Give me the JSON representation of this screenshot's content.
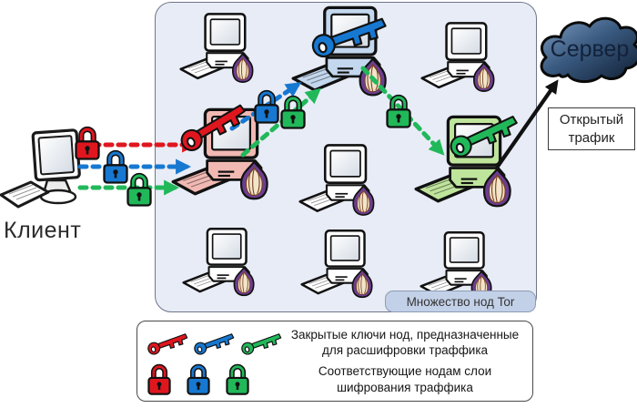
{
  "labels": {
    "client": "Клиент",
    "server": "Сервер",
    "open_traffic_line1": "Открытый",
    "open_traffic_line2": "трафик",
    "tor_nodes_group": "Множество нод Tor"
  },
  "legend": {
    "keys_text_line1": "Закрытые ключи нод, предназначенные",
    "keys_text_line2": "для расшифровки траффика",
    "locks_text_line1": "Соответствующие нодам слои",
    "locks_text_line2": "шифрования траффика"
  },
  "colors": {
    "red": "#e0161f",
    "blue": "#1778d2",
    "green": "#21b85a",
    "black_traffic": "#111111",
    "entry_node_fill": "#f2b9b3",
    "middle_node_fill": "#c3d7ee",
    "exit_node_fill": "#bfe49c",
    "plain_node_fill": "#ffffff",
    "tor_box_bg": "#e7ecf6",
    "tor_box_label_bg": "#c3d1e8",
    "onion_purple": "#6b3e91",
    "onion_inner": "#f2e5c9"
  },
  "nodes": [
    {
      "id": "tor-node-1",
      "row": 1,
      "col": 1,
      "variant": "plain"
    },
    {
      "id": "middle-node",
      "row": 1,
      "col": 2,
      "variant": "highlighted",
      "color_name": "blue",
      "has_key": true
    },
    {
      "id": "tor-node-2",
      "row": 1,
      "col": 3,
      "variant": "plain"
    },
    {
      "id": "entry-node",
      "row": 2,
      "col": 1,
      "variant": "highlighted",
      "color_name": "red",
      "has_key": true
    },
    {
      "id": "tor-node-3",
      "row": 2,
      "col": 2,
      "variant": "plain"
    },
    {
      "id": "exit-node",
      "row": 2,
      "col": 3,
      "variant": "highlighted",
      "color_name": "green",
      "has_key": true
    },
    {
      "id": "tor-node-4",
      "row": 3,
      "col": 1,
      "variant": "plain"
    },
    {
      "id": "tor-node-5",
      "row": 3,
      "col": 2,
      "variant": "plain"
    },
    {
      "id": "tor-node-6",
      "row": 3,
      "col": 3,
      "variant": "plain"
    }
  ],
  "paths": [
    {
      "from": "client",
      "to": "entry-node",
      "layers": [
        "red",
        "blue",
        "green"
      ],
      "style": "dashed"
    },
    {
      "from": "entry-node",
      "to": "middle-node",
      "layers": [
        "blue",
        "green"
      ],
      "style": "dashed"
    },
    {
      "from": "middle-node",
      "to": "exit-node",
      "layers": [
        "green"
      ],
      "style": "dashed"
    },
    {
      "from": "exit-node",
      "to": "server",
      "layers": [
        "black"
      ],
      "style": "solid"
    }
  ]
}
